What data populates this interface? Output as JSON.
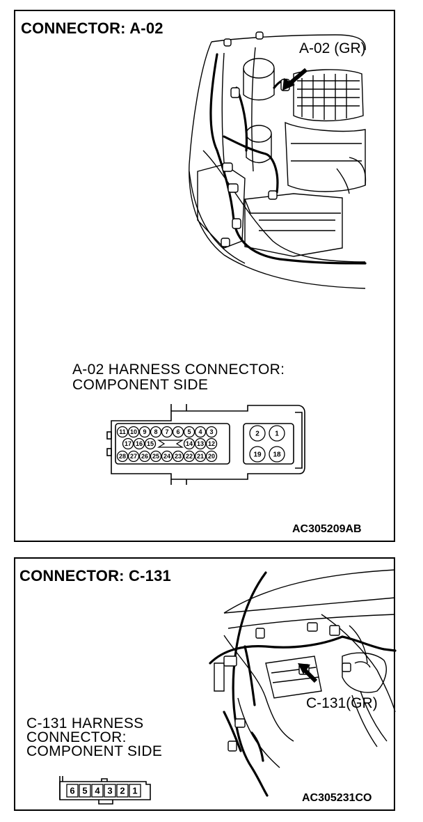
{
  "panels": [
    {
      "title": "CONNECTOR: A-02",
      "callout": "A-02 (GR)",
      "harness_label_line1": "A-02 HARNESS CONNECTOR:",
      "harness_label_line2": "COMPONENT SIDE",
      "figure_code": "AC305209AB",
      "pins_row1": [
        "11",
        "10",
        "9",
        "8",
        "7",
        "6",
        "5",
        "4",
        "3"
      ],
      "pins_row2": [
        "17",
        "16",
        "15",
        "14",
        "13",
        "12"
      ],
      "pins_row3": [
        "28",
        "27",
        "26",
        "25",
        "24",
        "23",
        "22",
        "21",
        "20"
      ],
      "pins_big_top": [
        "2",
        "1"
      ],
      "pins_big_bottom": [
        "19",
        "18"
      ]
    },
    {
      "title": "CONNECTOR: C-131",
      "callout": "C-131(GR)",
      "harness_label_line1": "C-131 HARNESS",
      "harness_label_line2": "CONNECTOR:",
      "harness_label_line3": "COMPONENT SIDE",
      "figure_code": "AC305231CO",
      "pins": [
        "6",
        "5",
        "4",
        "3",
        "2",
        "1"
      ]
    }
  ]
}
